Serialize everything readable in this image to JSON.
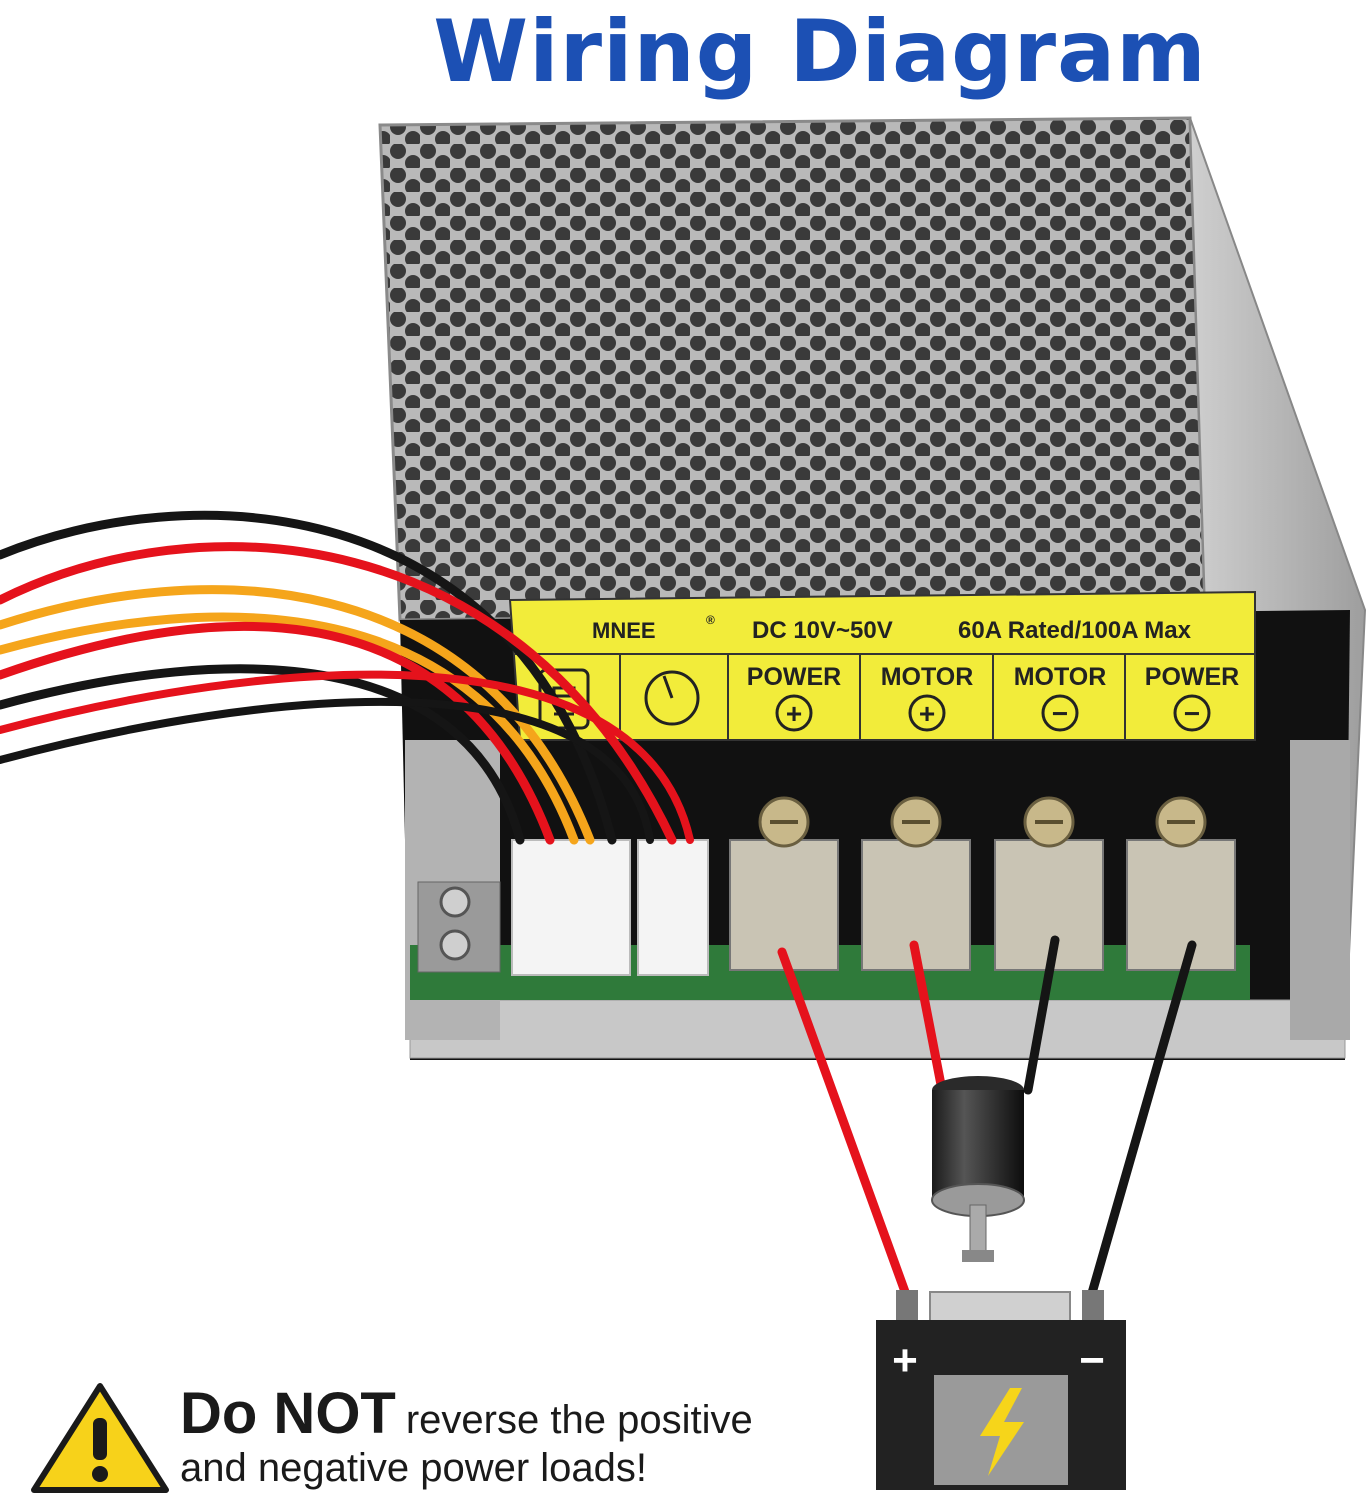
{
  "title": "Wiring Diagram",
  "label": {
    "brand": "MNEE",
    "brand_mark": "®",
    "voltage": "DC 10V~50V",
    "current": "60A Rated/100A Max",
    "terminals": [
      {
        "name": "POWER",
        "sign": "+"
      },
      {
        "name": "MOTOR",
        "sign": "+"
      },
      {
        "name": "MOTOR",
        "sign": "−"
      },
      {
        "name": "POWER",
        "sign": "−"
      }
    ]
  },
  "battery": {
    "plus": "+",
    "minus": "−"
  },
  "warning": {
    "strong": "Do NOT",
    "rest": "reverse the positive",
    "line2": "and negative power loads!"
  },
  "colors": {
    "title": "#1c50b4",
    "label_yellow": "#f2ec3a",
    "wire_red": "#e5121c",
    "wire_black": "#151515",
    "wire_orange": "#f5a51b",
    "warning_yellow": "#f7d21a"
  },
  "icons": [
    "terminal-screw-icon",
    "potentiometer-icon",
    "lightning-icon",
    "warning-icon"
  ]
}
